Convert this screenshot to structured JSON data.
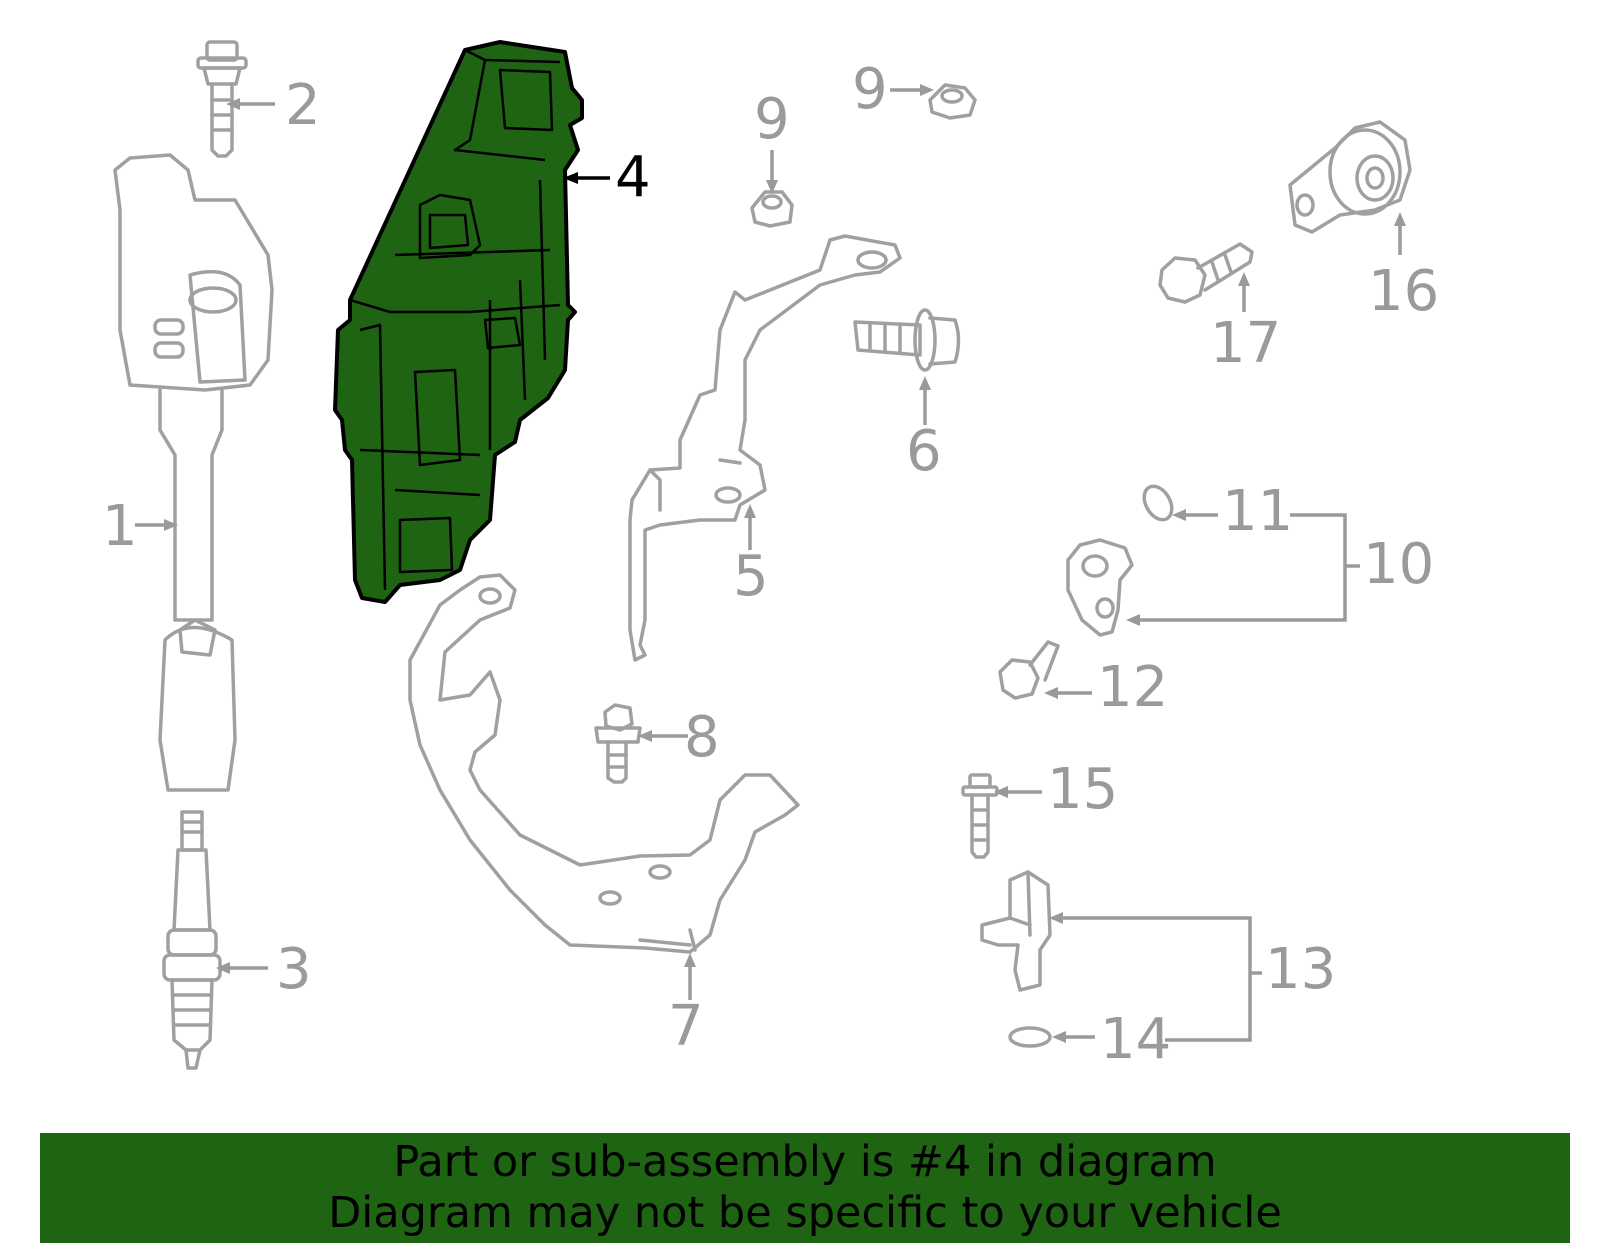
{
  "colors": {
    "highlight": "#1e6412",
    "part_outline": "#a0a0a0",
    "callout_inactive": "#9a9a9a",
    "callout_active": "#000000",
    "banner_bg": "#1e6412"
  },
  "callouts": {
    "c1": "1",
    "c2": "2",
    "c3": "3",
    "c4": "4",
    "c5": "5",
    "c6": "6",
    "c7": "7",
    "c8": "8",
    "c9a": "9",
    "c9b": "9",
    "c10": "10",
    "c11": "11",
    "c12": "12",
    "c13": "13",
    "c14": "14",
    "c15": "15",
    "c16": "16",
    "c17": "17"
  },
  "banner": {
    "line1": "Part or sub-assembly is #4 in diagram",
    "line2": "Diagram may not be specific to your vehicle"
  }
}
